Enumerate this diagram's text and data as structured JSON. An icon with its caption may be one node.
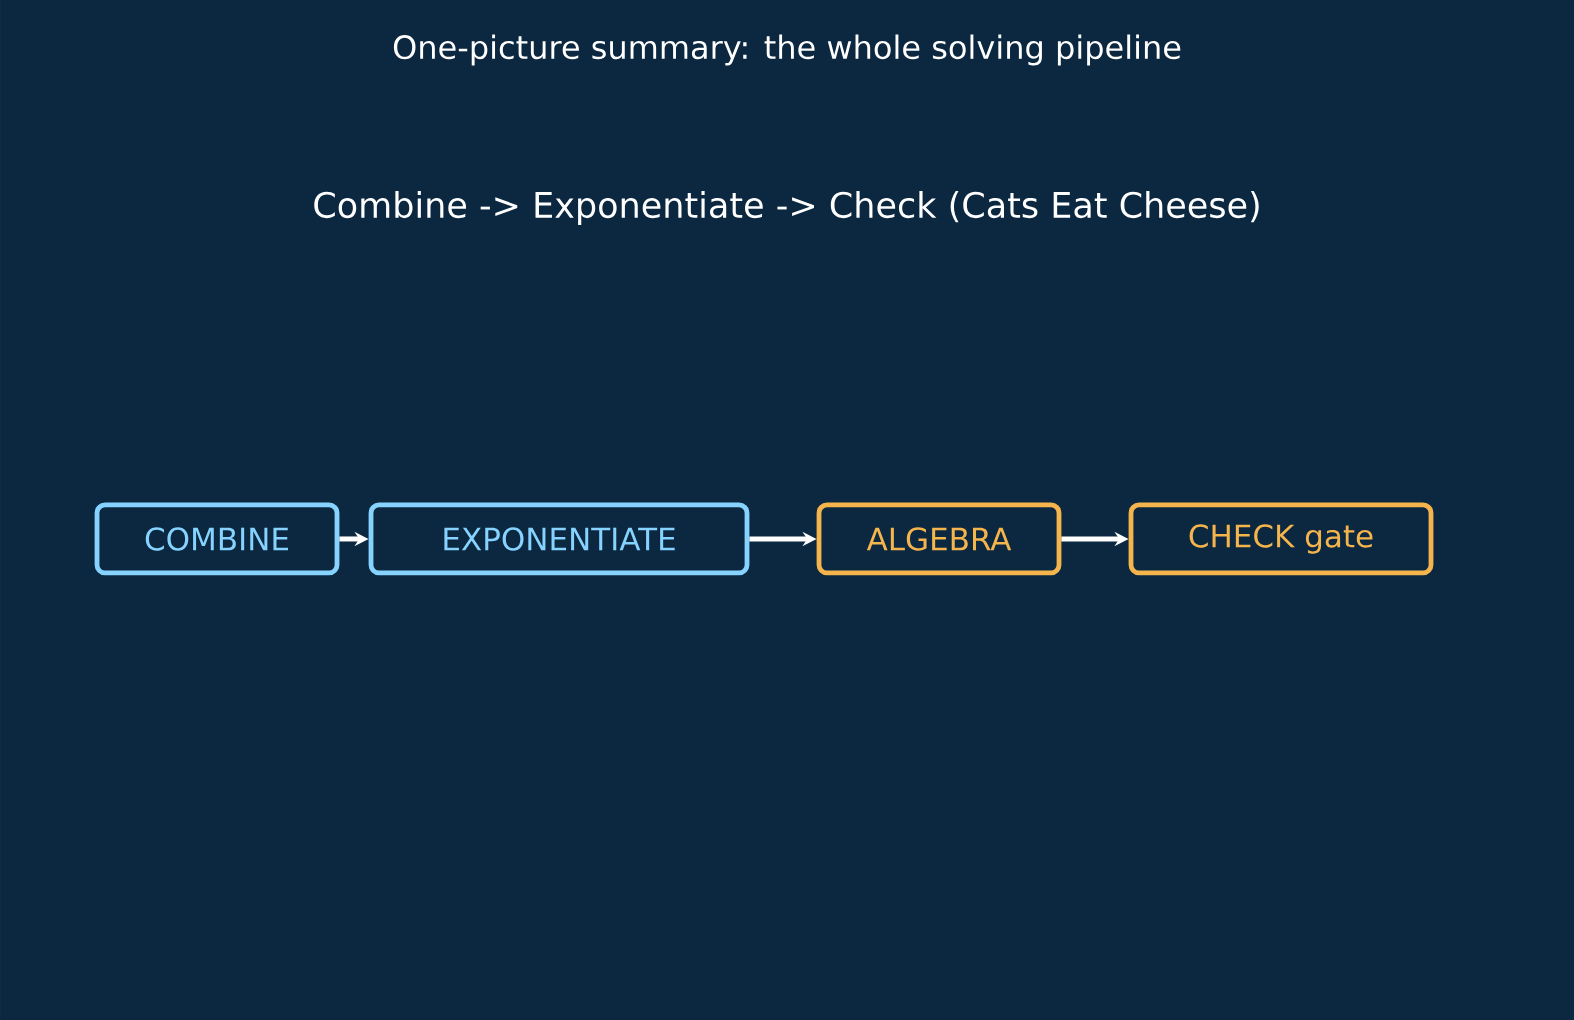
{
  "diagram": {
    "title": "One-picture summary: the whole solving pipeline",
    "nodes": [
      {
        "text": [
          "COMBINE"
        ]
      },
      {
        "text": [
          "EXPONENTIATE"
        ]
      },
      {
        "text": [
          "ALGEBRA"
        ]
      },
      {
        "text": [
          "CHECK gate"
        ]
      }
    ],
    "edges": [
      {
        "from": 0,
        "to": 1,
        "arrow": "to"
      },
      {
        "from": 1,
        "to": 2,
        "arrow": "to"
      },
      {
        "from": 2,
        "to": 3,
        "arrow": "to"
      }
    ],
    "labels": [
      "Combine -> Exponentiate -> Check  (Cats Eat Cheese)"
    ]
  }
}
